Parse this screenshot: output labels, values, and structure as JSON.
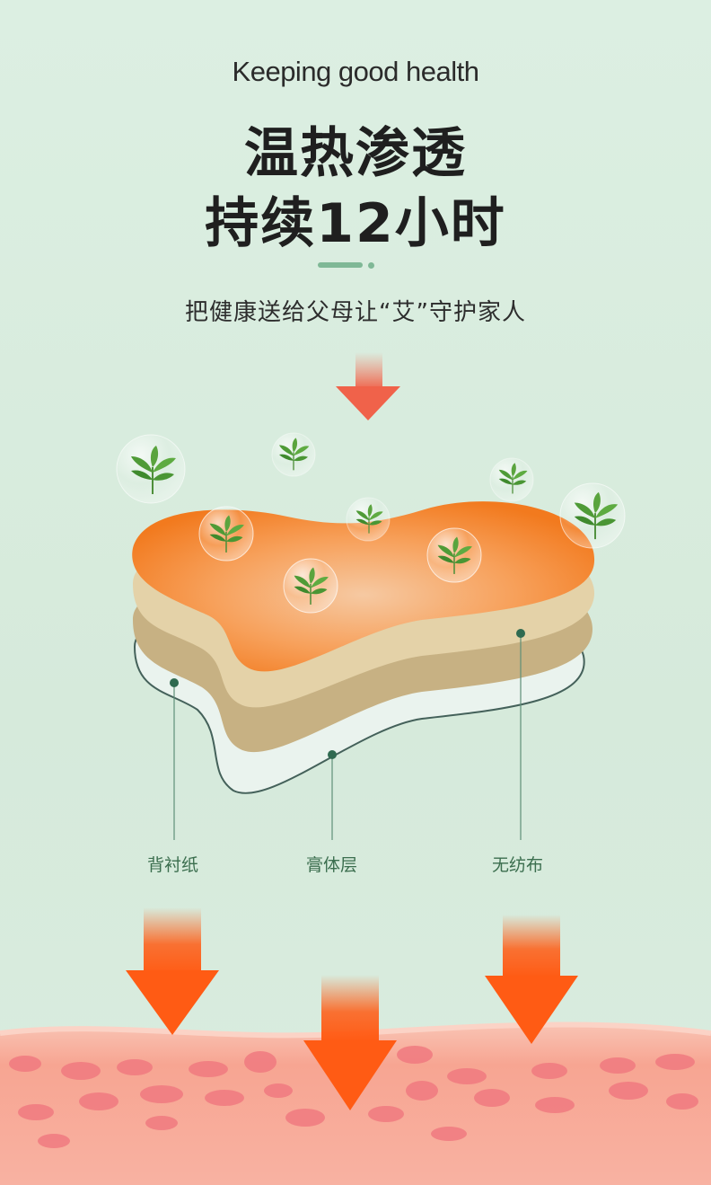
{
  "header": {
    "subtitle_en": "Keeping  good health",
    "title_line1": "温热渗透",
    "title_line2": "持续12小时",
    "tagline": "把健康送给父母让“艾”守护家人"
  },
  "diagram": {
    "labels": {
      "backing_paper": "背衬纸",
      "paste_body": "膏体层",
      "nonwoven": "无纺布"
    }
  },
  "colors": {
    "background": "#d9ecdf",
    "arrow_orange": "#ff5b14",
    "paste_orange": "#f68b2f",
    "label_green": "#3b6e4e",
    "skin_pink": "#f8a99a"
  },
  "icons": [
    "mugwort-leaf-icon",
    "bubble-icon",
    "down-arrow-icon"
  ]
}
